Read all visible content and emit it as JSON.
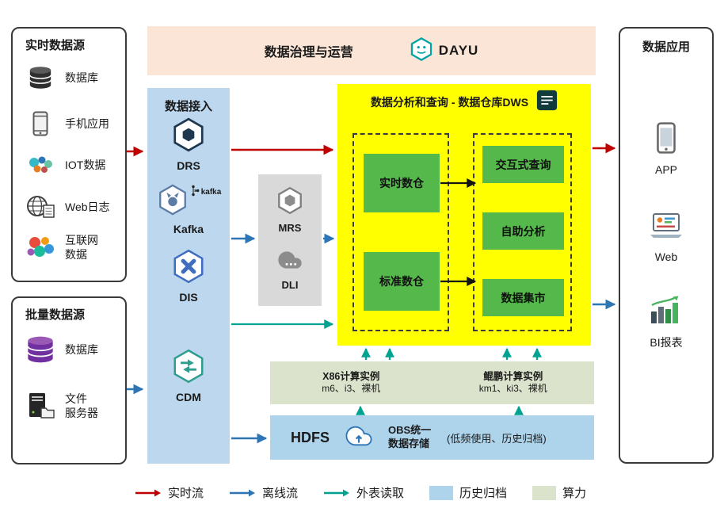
{
  "colors": {
    "realtime_flow": "#c00000",
    "offline_flow": "#2e75b6",
    "external_read": "#00a391",
    "history_archive": "#aed4ec",
    "compute_power": "#dce3cd",
    "dws_panel": "#ffff00",
    "module_green": "#54b94a",
    "governance_bar": "#fbe5d6",
    "access_panel": "#bdd7ee",
    "middleware_panel": "#d9d9d9"
  },
  "governance": {
    "title": "数据治理与运营",
    "product": "DAYU"
  },
  "realtime_sources": {
    "title": "实时数据源",
    "items": [
      {
        "icon": "database-icon",
        "label": "数据库"
      },
      {
        "icon": "phone-icon",
        "label": "手机应用"
      },
      {
        "icon": "iot-icon",
        "label": "IOT数据"
      },
      {
        "icon": "web-log-icon",
        "label": "Web日志"
      },
      {
        "icon": "internet-data-icon",
        "label": "互联网\n数据"
      }
    ]
  },
  "batch_sources": {
    "title": "批量数据源",
    "items": [
      {
        "icon": "database-icon",
        "label": "数据库"
      },
      {
        "icon": "file-server-icon",
        "label": "文件\n服务器"
      }
    ]
  },
  "data_access": {
    "title": "数据接入",
    "items": [
      {
        "label": "DRS"
      },
      {
        "label": "Kafka",
        "wordmark": "kafka"
      },
      {
        "label": "DIS"
      },
      {
        "label": "CDM"
      }
    ]
  },
  "middleware": {
    "items": [
      {
        "label": "MRS"
      },
      {
        "label": "DLI"
      }
    ]
  },
  "dws": {
    "title": "数据分析和查询 - 数据仓库DWS",
    "left_modules": [
      "实时数仓",
      "标准数仓"
    ],
    "right_modules": [
      "交互式查询",
      "自助分析",
      "数据集市"
    ]
  },
  "compute": {
    "x86": {
      "title": "X86计算实例",
      "subtitle": "m6、i3、裸机"
    },
    "kunpeng": {
      "title": "鲲鹏计算实例",
      "subtitle": "km1、ki3、裸机"
    }
  },
  "storage": {
    "hdfs": "HDFS",
    "obs": "OBS统一数据存储",
    "note": "(低频使用、历史归档)"
  },
  "applications": {
    "title": "数据应用",
    "items": [
      {
        "icon": "app-icon",
        "label": "APP"
      },
      {
        "icon": "web-icon",
        "label": "Web"
      },
      {
        "icon": "bi-report-icon",
        "label": "BI报表"
      }
    ]
  },
  "legend": {
    "items": [
      {
        "label": "实时流",
        "type": "arrow",
        "color": "#c00000"
      },
      {
        "label": "离线流",
        "type": "arrow",
        "color": "#2e75b6"
      },
      {
        "label": "外表读取",
        "type": "arrow",
        "color": "#00a391"
      },
      {
        "label": "历史归档",
        "type": "swatch",
        "color": "#aed4ec"
      },
      {
        "label": "算力",
        "type": "swatch",
        "color": "#dce3cd"
      }
    ]
  }
}
